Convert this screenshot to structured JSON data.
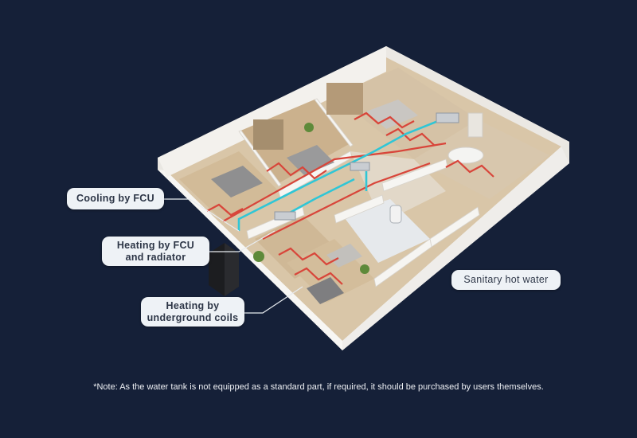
{
  "callouts": {
    "cooling_fcu": "Cooling by FCU",
    "heating_fcu_radiator": "Heating by FCU\nand radiator",
    "heating_underground": "Heating by\nunderground coils",
    "sanitary_hot_water": "Sanitary hot water"
  },
  "note": "*Note: As the water tank is not equipped as a standard part, if required, it should be purchased by users themselves.",
  "colors": {
    "background": "#152038",
    "water_pipe": "#2fc6d6",
    "heating_coil": "#d8453a",
    "wall": "#f4f2ee",
    "floor": "#cdb89c"
  },
  "icons": [
    "heat-pump-unit-icon",
    "fan-coil-unit-icon",
    "water-tank-icon",
    "radiator-icon"
  ]
}
